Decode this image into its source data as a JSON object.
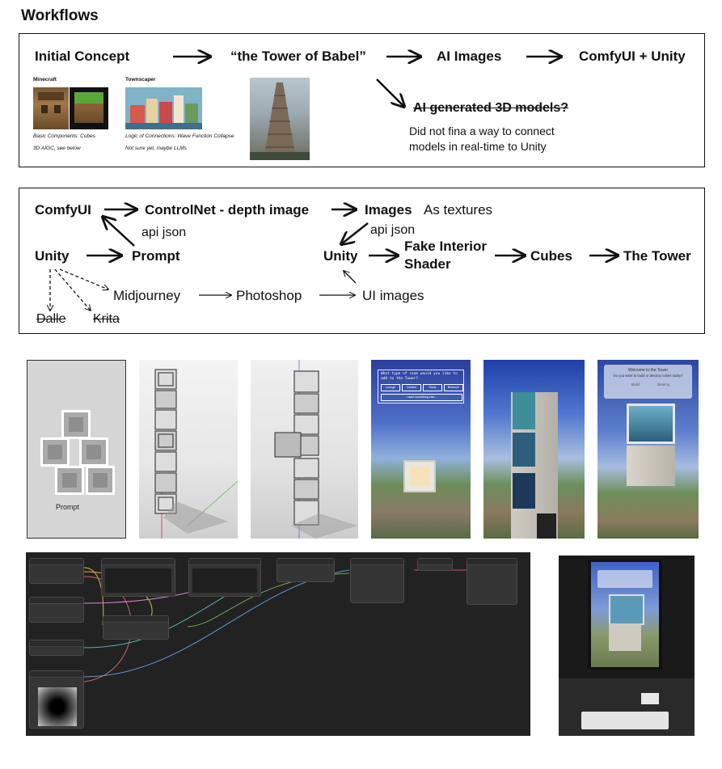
{
  "title": "Workflows",
  "box1": {
    "initial_concept": "Initial Concept",
    "tower_of_babel": "“the Tower of Babel”",
    "ai_images": "AI Images",
    "comfyui_unity": "ComfyUI + Unity",
    "ai_3d_models": "AI generated 3D models?",
    "note_line1": "Did not fina a way to connect",
    "note_line2": "models in real-time to Unity",
    "minecraft": {
      "title": "Minecraft",
      "caption1": "Basic Components: Cubes",
      "caption2": "3D AIGC, see below"
    },
    "townscaper": {
      "title": "Townscaper",
      "caption1": "Logic of Connections: Wave Function Collapse",
      "caption2": "Not sure yet, maybe LLMs"
    }
  },
  "box2": {
    "comfyui": "ComfyUI",
    "controlnet": "ControlNet - depth image",
    "images": "Images",
    "as_textures": "As textures",
    "api_json_left": "api json",
    "api_json_right": "api json",
    "unity_left": "Unity",
    "prompt": "Prompt",
    "unity_right": "Unity",
    "fake_interior_1": "Fake Interior",
    "fake_interior_2": "Shader",
    "cubes": "Cubes",
    "the_tower": "The Tower",
    "midjourney": "Midjourney",
    "photoshop": "Photoshop",
    "ui_images": "UI images",
    "dalle": "Dalle",
    "krita": "Krita"
  },
  "panels": {
    "prompt_label": "Prompt",
    "question_text": "What type of room would you like to add to the Tower?",
    "options": [
      "Lounge",
      "Garden",
      "Study",
      "Bedroom"
    ],
    "input_text": "I want something else...",
    "welcome_title": "Welcome to the Tower",
    "welcome_question": "Do you want to build or destroy cubes today?",
    "build": "Build",
    "destroy": "Destroy"
  },
  "colors": {
    "sky_blue": "#3a63c8",
    "canvas_bg": "#222222",
    "node_bg": "#353535"
  }
}
